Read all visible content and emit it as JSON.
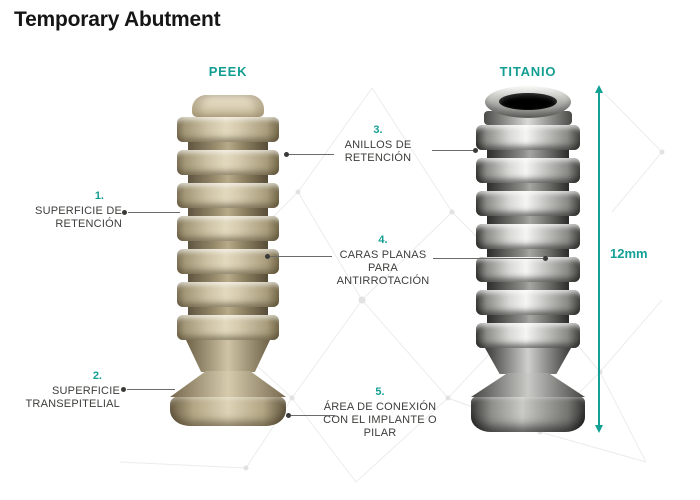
{
  "title": "Temporary Abutment",
  "products": {
    "left": "PEEK",
    "right": "TITANIO"
  },
  "callouts": [
    {
      "num": "1.",
      "label": "SUPERFICIE DE RETENCIÓN"
    },
    {
      "num": "2.",
      "label": "SUPERFICIE TRANSEPITELIAL"
    },
    {
      "num": "3.",
      "label": "ANILLOS DE RETENCIÓN"
    },
    {
      "num": "4.",
      "label": "CARAS PLANAS PARA ANTIRROTACIÓN"
    },
    {
      "num": "5.",
      "label": "ÁREA DE CONEXIÓN CON EL IMPLANTE O PILAR"
    }
  ],
  "dimension": {
    "label": "12mm"
  },
  "colors": {
    "accent": "#14a195",
    "peek_material": "#d4c8ab",
    "titanium_material": "#b9b9b6",
    "text": "#3d3d3b",
    "title": "#161616"
  }
}
